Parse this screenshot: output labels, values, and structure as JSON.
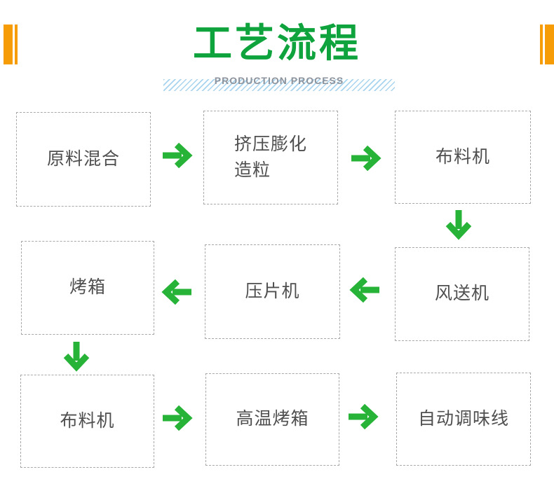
{
  "header": {
    "title": "工艺流程",
    "subtitle": "PRODUCTION PROCESS"
  },
  "colors": {
    "title_green": "#0ea33c",
    "arrow_green": "#27b338",
    "accent_orange": "#f59c07",
    "stripe_blue": "#a9d4ef",
    "subtitle_gray": "#8d939c",
    "box_border_gray": "#a8a8a8",
    "box_text_gray": "#4f4f4f"
  },
  "flow": {
    "boxes": [
      {
        "label": "原料混合"
      },
      {
        "label": "挤压膨化\n造粒"
      },
      {
        "label": "布料机"
      },
      {
        "label": "烤箱"
      },
      {
        "label": "压片机"
      },
      {
        "label": "风送机"
      },
      {
        "label": "布料机"
      },
      {
        "label": "高温烤箱"
      },
      {
        "label": "自动调味线"
      }
    ],
    "arrows": [
      {
        "dir": "right"
      },
      {
        "dir": "right"
      },
      {
        "dir": "down"
      },
      {
        "dir": "left"
      },
      {
        "dir": "left"
      },
      {
        "dir": "down"
      },
      {
        "dir": "right"
      },
      {
        "dir": "right"
      }
    ]
  }
}
